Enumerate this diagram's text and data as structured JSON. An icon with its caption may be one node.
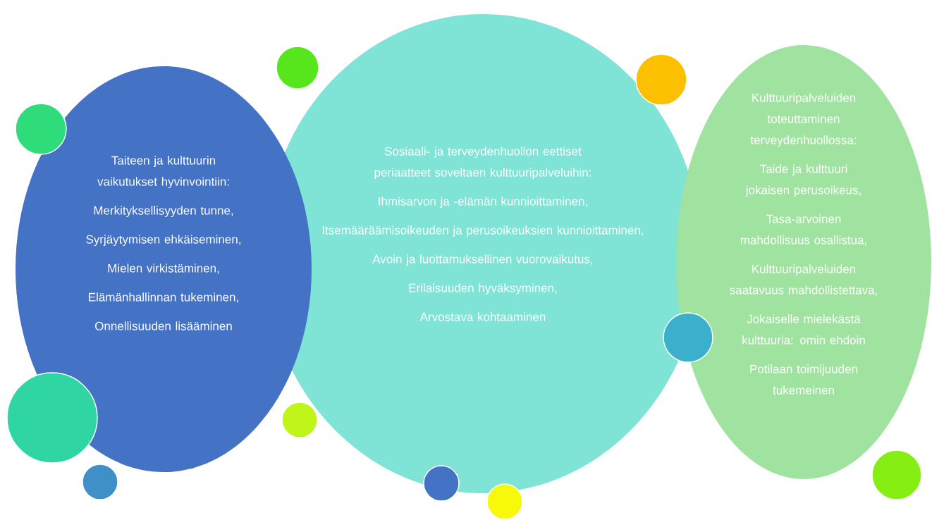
{
  "diagram": {
    "nodes": [
      {
        "text": [
          "Taiteen ja kulttuurin vaikutukset hyvinvointiin:",
          "Merkityksellisyyden tunne,",
          "Syrjäytymisen ehkäiseminen,",
          "Mielen virkistäminen,",
          "Elämänhallinnan tukeminen,",
          "Onnellisuuden lisääminen"
        ]
      },
      {
        "text": [
          "Sosiaali- ja terveydenhuollon eettiset periaatteet soveltaen kulttuuripalveluihin:",
          "Ihmisarvon ja -elämän kunnioittaminen,",
          "Itsemääräämisoikeuden ja perusoikeuksien kunnioittaminen,",
          "Avoin ja luottamuksellinen vuorovaikutus,",
          "Erilaisuuden hyväksyminen,",
          "Arvostava kohtaaminen"
        ]
      },
      {
        "text": [
          "Kulttuuripalveluiden toteuttaminen terveydenhuollossa:",
          "Taide ja kulttuuri jokaisen perusoikeus,",
          "Tasa-arvoinen mahdollisuus osallistua,",
          "Kulttuuripalveluiden saatavuus mahdollistettava,",
          "Jokaiselle mielekästä kulttuuria: omin ehdoin",
          "Potilaan toimijuuden tukemeinen"
        ]
      },
      {
        "text": [],
        "shape": "circle"
      },
      {
        "text": [],
        "shape": "circle"
      },
      {
        "text": [],
        "shape": "circle"
      },
      {
        "text": [],
        "shape": "circle"
      },
      {
        "text": [],
        "shape": "circle"
      },
      {
        "text": [],
        "shape": "circle"
      },
      {
        "text": [],
        "shape": "circle"
      },
      {
        "text": [],
        "shape": "circle"
      },
      {
        "text": [],
        "shape": "circle"
      },
      {
        "text": [],
        "shape": "circle"
      }
    ]
  }
}
